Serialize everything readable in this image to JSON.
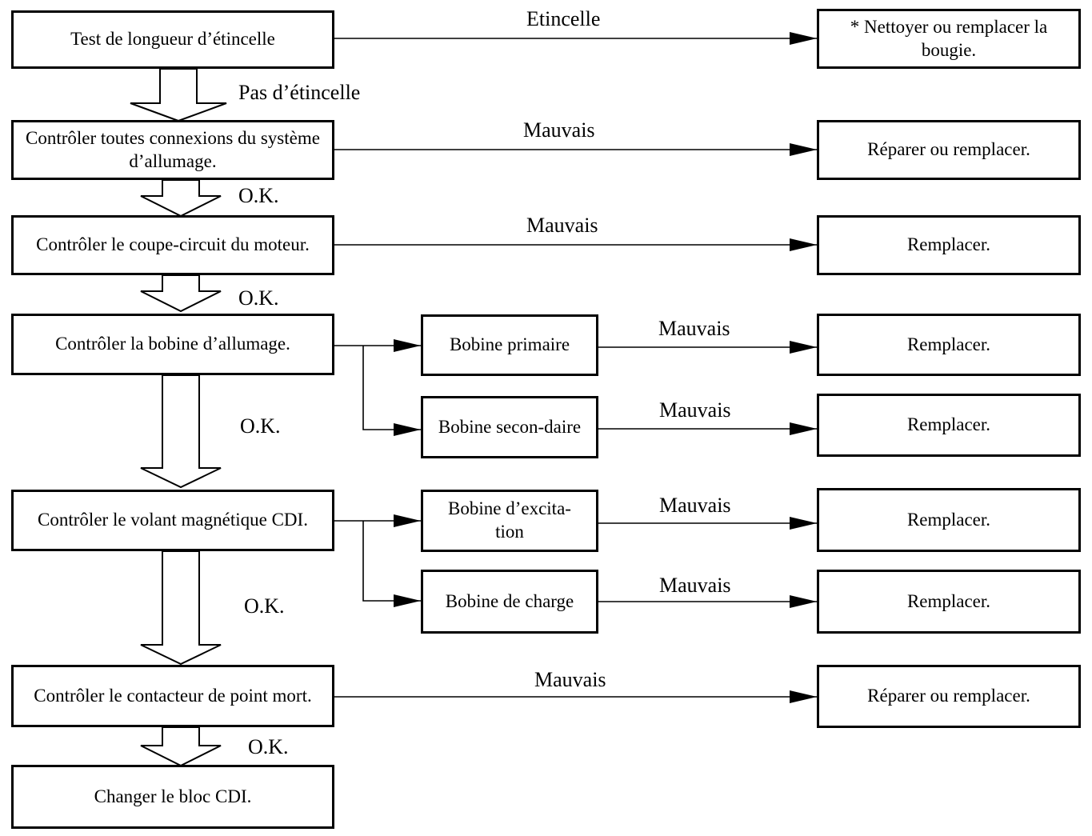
{
  "main_steps": {
    "spark_test": "Test de longueur d’étincelle",
    "connections": "Contrôler toutes connexions du système d’allumage.",
    "kill_switch": "Contrôler le coupe-circuit du moteur.",
    "ignition_coil": "Contrôler la bobine d’allumage.",
    "magneto": "Contrôler le volant magnétique CDI.",
    "neutral_switch": "Contrôler le contacteur de point mort.",
    "replace_cdi": "Changer le bloc CDI."
  },
  "sub_checks": {
    "primary_coil": "Bobine primaire",
    "secondary_coil": "Bobine secon-daire",
    "exciter_coil": "Bobine d’excita-tion",
    "charge_coil": "Bobine de charge"
  },
  "actions": {
    "clean_plug": "* Nettoyer ou remplacer la bougie.",
    "repair_connections": "Réparer ou remplacer.",
    "replace_kill_switch": "Remplacer.",
    "replace_primary": "Remplacer.",
    "replace_secondary": "Remplacer.",
    "replace_exciter": "Remplacer.",
    "replace_charge": "Remplacer.",
    "repair_neutral": "Réparer ou remplacer."
  },
  "labels": {
    "spark": "Etincelle",
    "no_spark": "Pas d’étincelle",
    "bad_1": "Mauvais",
    "bad_2": "Mauvais",
    "bad_3": "Mauvais",
    "bad_4": "Mauvais",
    "bad_5": "Mauvais",
    "bad_6": "Mauvais",
    "bad_7": "Mauvais",
    "ok_1": "O.K.",
    "ok_2": "O.K.",
    "ok_3": "O.K.",
    "ok_4": "O.K.",
    "ok_5": "O.K."
  }
}
